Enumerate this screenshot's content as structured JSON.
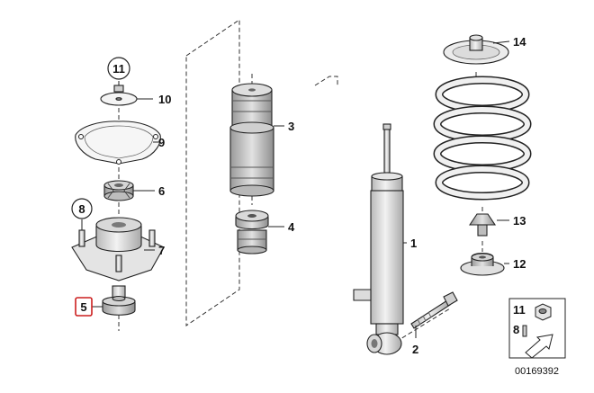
{
  "callouts": [
    {
      "id": "p1",
      "label": "1"
    },
    {
      "id": "p2",
      "label": "2"
    },
    {
      "id": "p3",
      "label": "3"
    },
    {
      "id": "p4",
      "label": "4"
    },
    {
      "id": "p5",
      "label": "5"
    },
    {
      "id": "p6",
      "label": "6"
    },
    {
      "id": "p7",
      "label": "7"
    },
    {
      "id": "p8",
      "label": "8"
    },
    {
      "id": "p9",
      "label": "9"
    },
    {
      "id": "p10",
      "label": "10"
    },
    {
      "id": "p11",
      "label": "11"
    },
    {
      "id": "p12",
      "label": "12"
    },
    {
      "id": "p13",
      "label": "13"
    },
    {
      "id": "p14",
      "label": "14"
    }
  ],
  "legend_box": {
    "label_top": "11",
    "label_bottom": "8"
  },
  "diagram_id": "00169392",
  "colors": {
    "highlight": "#cc1f1f",
    "line": "#222222",
    "part_fill": "#e6e6e6",
    "part_shade": "#c8c8c8"
  }
}
